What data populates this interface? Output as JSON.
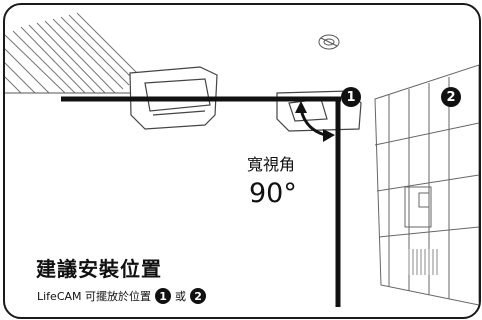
{
  "fov": {
    "label": "寬視角",
    "value": "90°"
  },
  "title": "建議安裝位置",
  "caption": {
    "text": "LifeCAM 可擺放於位置",
    "badge1": "1",
    "or": "或",
    "badge2": "2"
  },
  "markers": {
    "pos1": "1",
    "pos2": "2"
  },
  "colors": {
    "line": "#111111",
    "sketch": "#555555",
    "border": "#1a1a1a"
  }
}
